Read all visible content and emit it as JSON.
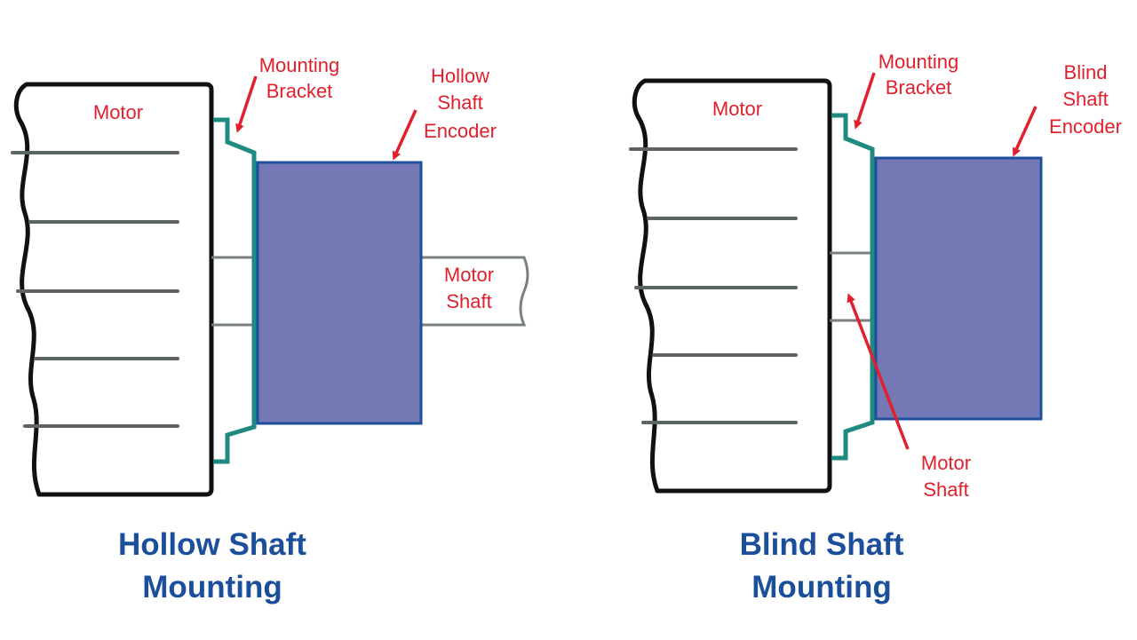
{
  "colors": {
    "label": "#e0202c",
    "caption": "#1b4f9c",
    "encoder_fill": "#7479b5",
    "encoder_stroke": "#1f4f9c",
    "bracket": "#1f8a80",
    "motor_outline": "#111111",
    "fins": "#5c6466"
  },
  "hollow": {
    "motor_label": "Motor",
    "bracket_label": [
      "Mounting",
      "Bracket"
    ],
    "encoder_label": [
      "Hollow",
      "Shaft",
      "Encoder"
    ],
    "shaft_label": [
      "Motor",
      "Shaft"
    ],
    "caption": [
      "Hollow Shaft",
      "Mounting"
    ]
  },
  "blind": {
    "motor_label": "Motor",
    "bracket_label": [
      "Mounting",
      "Bracket"
    ],
    "encoder_label": [
      "Blind",
      "Shaft",
      "Encoder"
    ],
    "shaft_label": [
      "Motor",
      "Shaft"
    ],
    "caption": [
      "Blind Shaft",
      "Mounting"
    ]
  }
}
